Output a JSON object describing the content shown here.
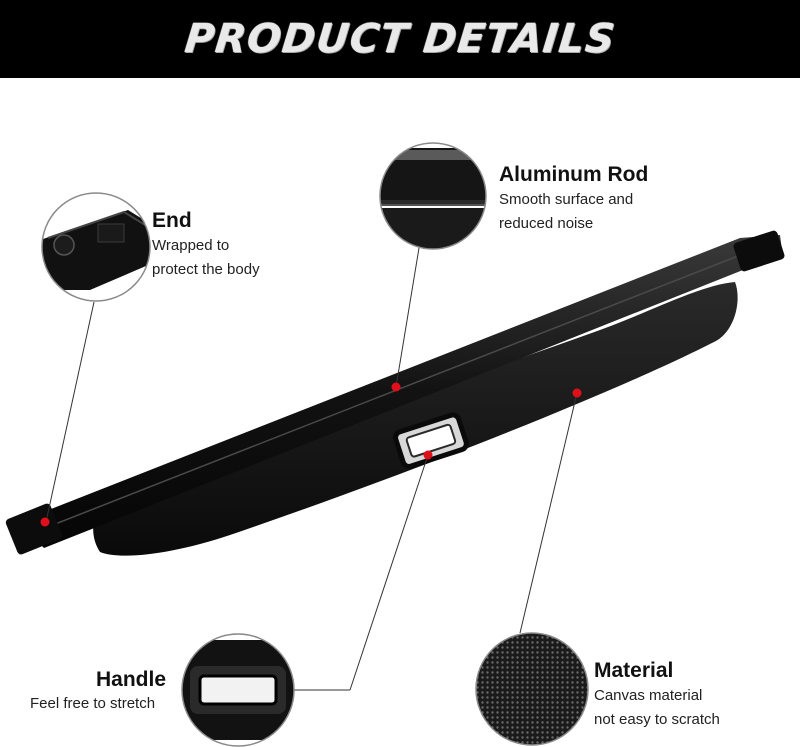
{
  "banner": {
    "title": "PRODUCT DETAILS"
  },
  "callouts": {
    "end": {
      "title": "End",
      "desc": [
        "Wrapped to",
        "protect the body"
      ]
    },
    "aluminum_rod": {
      "title": "Aluminum Rod",
      "desc": [
        "Smooth surface and",
        "reduced noise"
      ]
    },
    "handle": {
      "title": "Handle",
      "desc": [
        "Feel free to stretch"
      ]
    },
    "material": {
      "title": "Material",
      "desc": [
        "Canvas material",
        "not easy to scratch"
      ]
    }
  },
  "colors": {
    "banner_bg": "#000000",
    "banner_text": "#e9e9e9",
    "marker": "#e0101a",
    "product": "#141414"
  },
  "icons": [
    "end-cap-icon",
    "aluminum-rod-icon",
    "handle-icon",
    "canvas-texture-icon"
  ]
}
